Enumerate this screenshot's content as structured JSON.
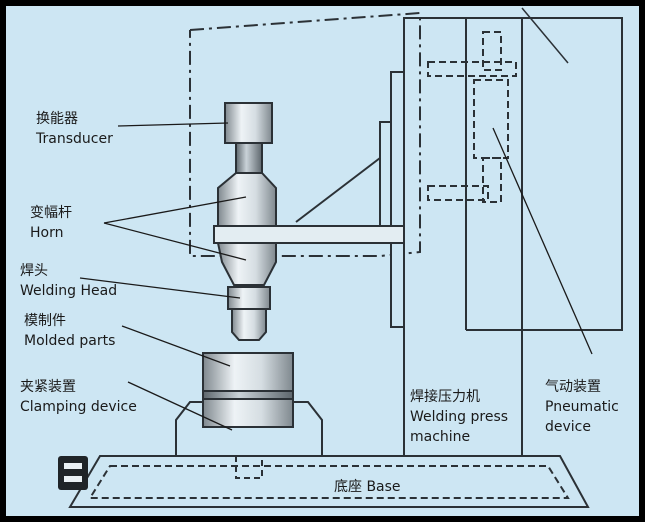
{
  "colors": {
    "background": "#cde6f3",
    "frame": "#000000",
    "line": "#2b3136",
    "metal_light": "#e9f0f4",
    "metal_dark": "#8d969c"
  },
  "labels": {
    "transducer": {
      "zh": "换能器",
      "en": "Transducer"
    },
    "horn": {
      "zh": "变幅杆",
      "en": "Horn"
    },
    "welding_head": {
      "zh": "焊头",
      "en": "Welding Head"
    },
    "molded_parts": {
      "zh": "模制件",
      "en": "Molded parts"
    },
    "clamping_device": {
      "zh": "夹紧装置",
      "en": "Clamping device"
    },
    "welding_press": {
      "zh": "焊接压力机",
      "en1": "Welding press",
      "en2": "machine"
    },
    "pneumatic": {
      "zh": "气动装置",
      "en1": "Pneumatic",
      "en2": "device"
    },
    "base": "底座 Base"
  }
}
